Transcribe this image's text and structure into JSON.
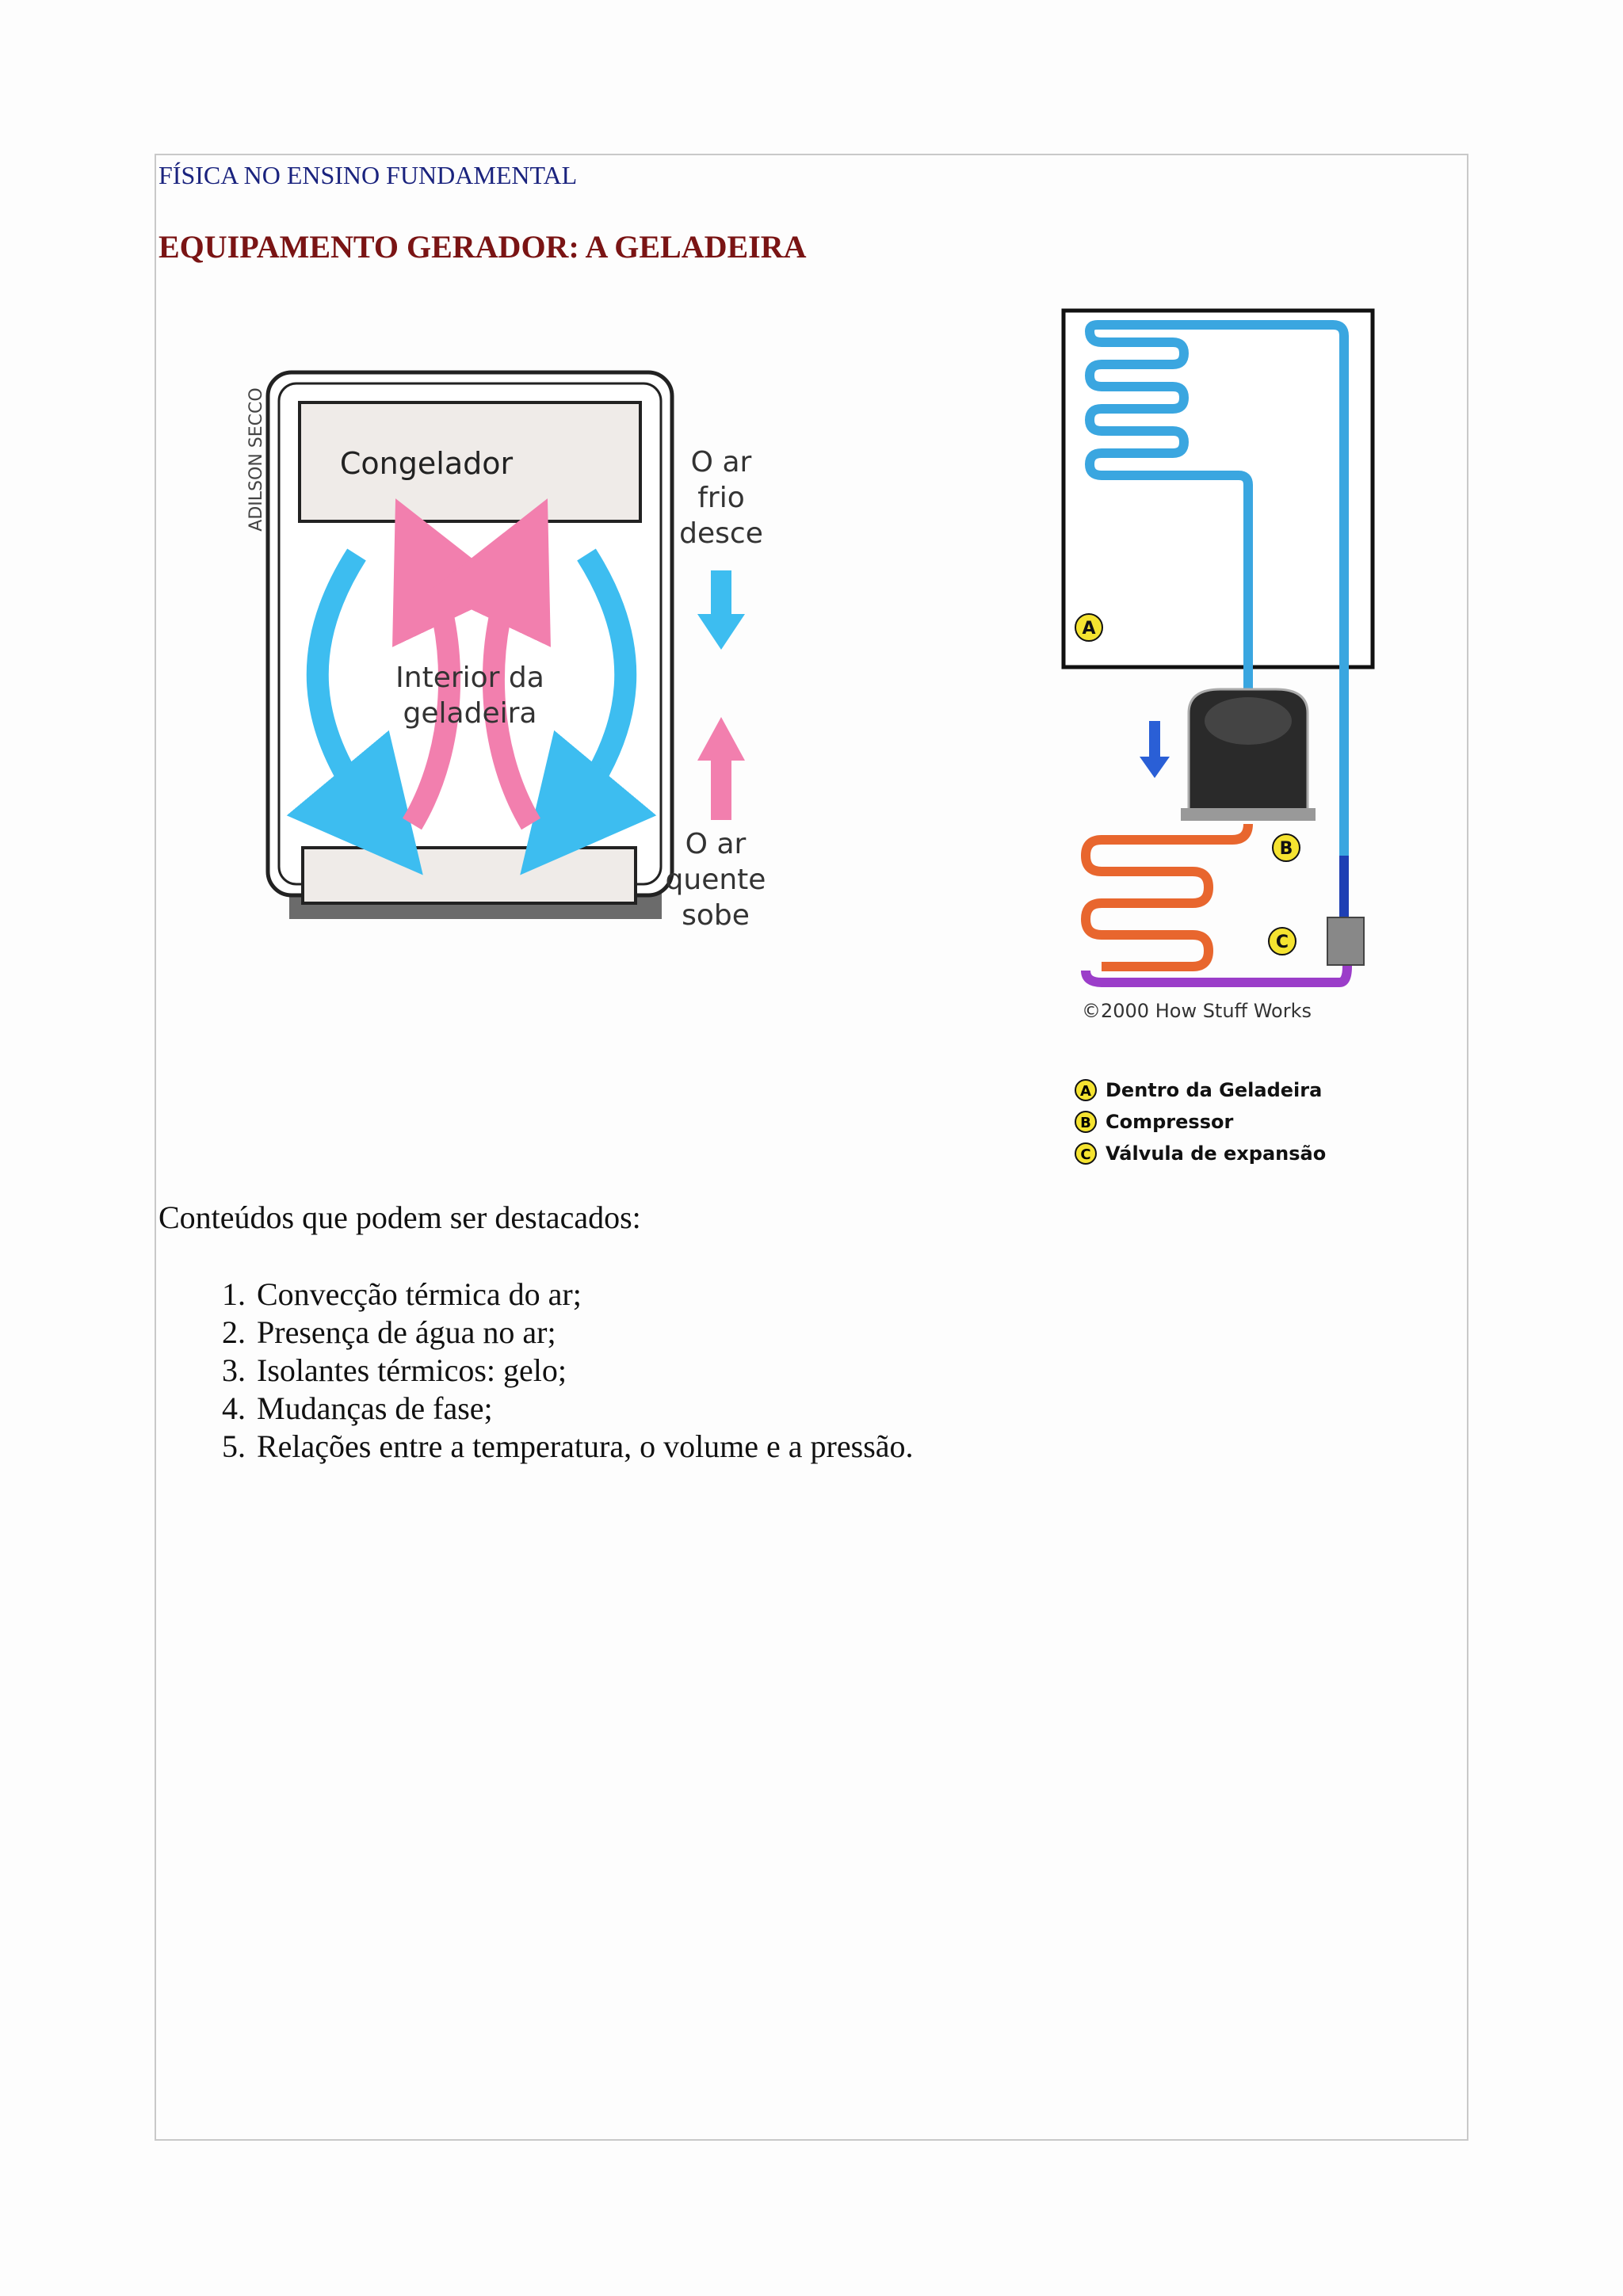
{
  "header": {
    "course": "FÍSICA NO ENSINO FUNDAMENTAL"
  },
  "title": "EQUIPAMENTO GERADOR: A GELADEIRA",
  "left_diagram": {
    "credit": "ADILSON SECCO",
    "freezer_label": "Congelador",
    "interior_label_line1": "Interior da",
    "interior_label_line2": "geladeira",
    "cold_air_line1": "O ar",
    "cold_air_line2": "frio",
    "cold_air_line3": "desce",
    "warm_air_line1": "O ar",
    "warm_air_line2": "quente",
    "warm_air_line3": "sobe",
    "colors": {
      "cold": "#3dbdf0",
      "warm": "#f27fae",
      "panel": "#efebe8",
      "base": "#6b6b6b"
    }
  },
  "right_diagram": {
    "marker_a": "A",
    "marker_b": "B",
    "marker_c": "C",
    "copyright": "©2000 How Stuff Works",
    "legend": [
      {
        "letter": "A",
        "text": "Dentro da Geladeira"
      },
      {
        "letter": "B",
        "text": "Compressor"
      },
      {
        "letter": "C",
        "text": "Válvula de expansão"
      }
    ],
    "colors": {
      "tube": "#3aa6e0",
      "hot": "#e8662e",
      "expansion": "#9b3dc9",
      "marker": "#f5e330"
    }
  },
  "lead_text": "Conteúdos que podem ser destacados:",
  "contents": [
    {
      "num": "1.",
      "text": "Convecção térmica do ar;"
    },
    {
      "num": "2.",
      "text": "Presença de água no ar;"
    },
    {
      "num": "3.",
      "text": "Isolantes térmicos: gelo;"
    },
    {
      "num": "4.",
      "text": "Mudanças de fase;"
    },
    {
      "num": "5.",
      "text": "Relações entre a temperatura, o volume e a pressão."
    }
  ]
}
